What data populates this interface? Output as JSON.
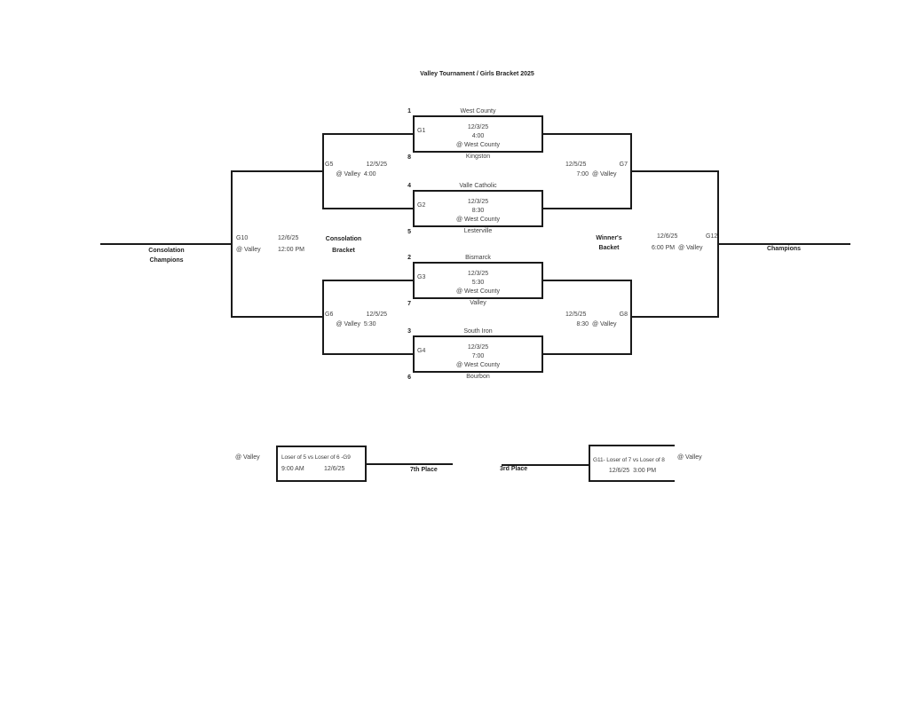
{
  "page_title": "Valley Tournament / Girls Bracket 2025",
  "colors": {
    "background": "#ffffff",
    "line": "#1a1a1a",
    "text": "#3f3f3f"
  },
  "first_round": {
    "g1": {
      "label": "G1",
      "date": "12/3/25",
      "time": "4:00",
      "venue": "@ West County",
      "top_seed": "1",
      "top_team": "West County",
      "bottom_seed": "8",
      "bottom_team": "Kingston"
    },
    "g2": {
      "label": "G2",
      "date": "12/3/25",
      "time": "8:30",
      "venue": "@ West County",
      "top_seed": "4",
      "top_team": "Valle Catholic",
      "bottom_seed": "5",
      "bottom_team": "Lesterville"
    },
    "g3": {
      "label": "G3",
      "date": "12/3/25",
      "time": "5:30",
      "venue": "@ West County",
      "top_seed": "2",
      "top_team": "Bismarck",
      "bottom_seed": "7",
      "bottom_team": "Valley"
    },
    "g4": {
      "label": "G4",
      "date": "12/3/25",
      "time": "7:00",
      "venue": "@ West County",
      "top_seed": "3",
      "top_team": "South Iron",
      "bottom_seed": "6",
      "bottom_team": "Bourbon"
    }
  },
  "consolation_semifinals": {
    "g5": {
      "label": "G5",
      "date": "12/5/25",
      "venue_time": "@ Valley  4:00"
    },
    "g6": {
      "label": "G6",
      "date": "12/5/25",
      "venue_time": "@ Valley  5:30"
    }
  },
  "winners_semifinals": {
    "g7": {
      "label": "G7",
      "date": "12/5/25",
      "time_venue": "7:00  @ Valley"
    },
    "g8": {
      "label": "G8",
      "date": "12/5/25",
      "time_venue": "8:30  @ Valley"
    }
  },
  "consolation_final": {
    "label": "G10",
    "venue": "@ Valley",
    "date": "12/6/25",
    "time": "12:00 PM",
    "bracket_name_line1": "Consolation",
    "bracket_name_line2": "Bracket",
    "result_line1": "Consolation",
    "result_line2": "Champions"
  },
  "championship": {
    "label": "G12",
    "date": "12/6/25",
    "time_venue": "6:00 PM  @ Valley",
    "bracket_name_line1": "Winner's",
    "bracket_name_line2": "Backet",
    "result_label": "Champions"
  },
  "seventh_place_game": {
    "venue": "@ Valley",
    "matchup": "Loser of 5 vs Loser of 6 -G9",
    "time": "9:00 AM",
    "date": "12/6/25",
    "place_label": "7th Place"
  },
  "third_place_game": {
    "place_label": "3rd Place",
    "matchup": "G11- Loser of 7 vs Loser of 8",
    "date_time": "12/6/25  3:00 PM",
    "venue": "@ Valley"
  }
}
